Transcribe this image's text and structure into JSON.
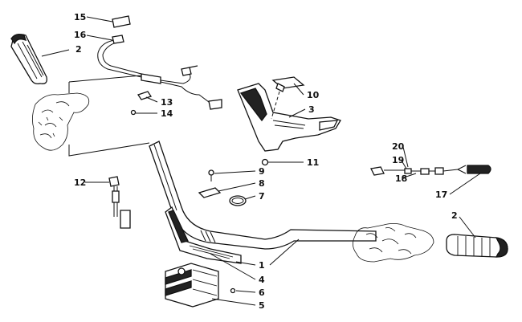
{
  "diagram": {
    "callouts": [
      {
        "id": "c1",
        "label": "1"
      },
      {
        "id": "c2a",
        "label": "2"
      },
      {
        "id": "c2b",
        "label": "2"
      },
      {
        "id": "c3",
        "label": "3"
      },
      {
        "id": "c4",
        "label": "4"
      },
      {
        "id": "c5",
        "label": "5"
      },
      {
        "id": "c6",
        "label": "6"
      },
      {
        "id": "c7",
        "label": "7"
      },
      {
        "id": "c8",
        "label": "8"
      },
      {
        "id": "c9",
        "label": "9"
      },
      {
        "id": "c10",
        "label": "10"
      },
      {
        "id": "c11",
        "label": "11"
      },
      {
        "id": "c12",
        "label": "12"
      },
      {
        "id": "c13",
        "label": "13"
      },
      {
        "id": "c14",
        "label": "14"
      },
      {
        "id": "c15",
        "label": "15"
      },
      {
        "id": "c16",
        "label": "16"
      },
      {
        "id": "c17",
        "label": "17"
      },
      {
        "id": "c18",
        "label": "18"
      },
      {
        "id": "c19",
        "label": "19"
      },
      {
        "id": "c20",
        "label": "20"
      }
    ]
  }
}
